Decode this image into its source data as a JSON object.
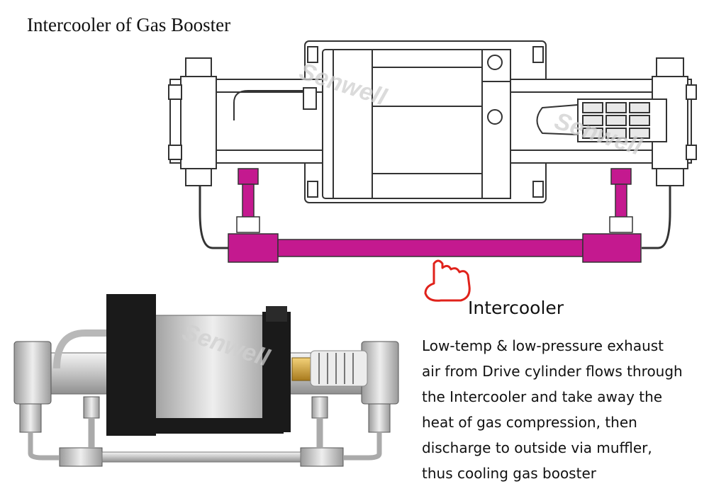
{
  "title": "Intercooler of Gas Booster",
  "callout": {
    "label": "Intercooler",
    "lines": [
      "Low-temp & low-pressure exhaust",
      "air from Drive cylinder flows through",
      "the Intercooler and take away the",
      "heat of gas compression, then",
      "discharge to outside via muffler,",
      "thus cooling gas booster"
    ]
  },
  "watermark": "Senwell",
  "colors": {
    "intercooler": "#c4198f",
    "pointer": "#e0221b",
    "line": "#333333"
  },
  "icons": {
    "pointer": "pointing-hand-icon"
  }
}
